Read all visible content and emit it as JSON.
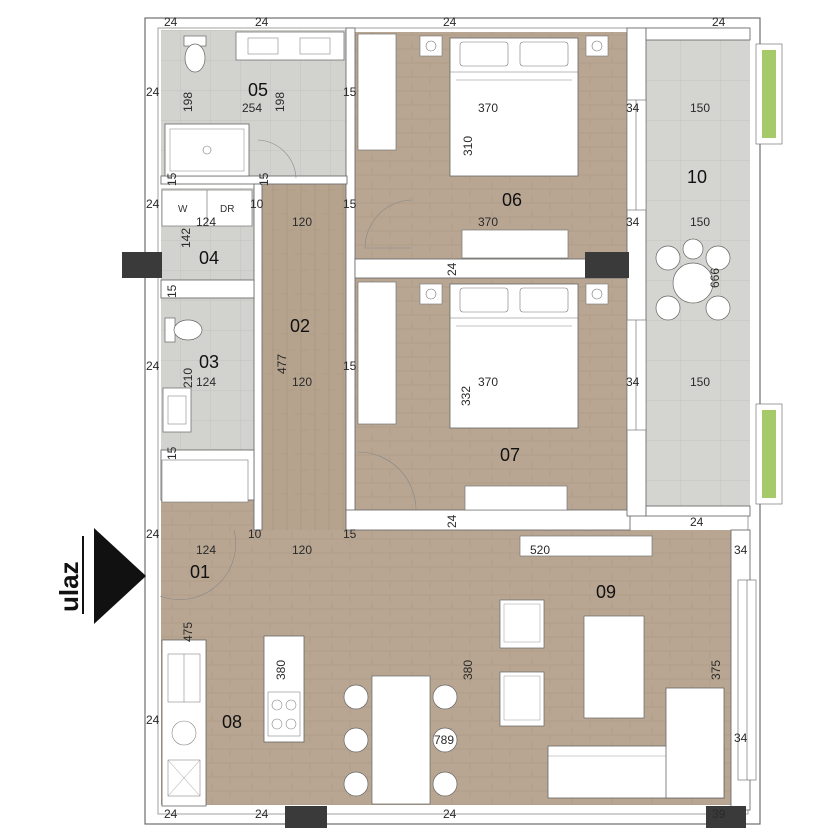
{
  "colors": {
    "wood": "#b5a38e",
    "wood_grain": "#a8957f",
    "tile": "#d3d3cf",
    "tile_line": "#b9b9b5",
    "wall": "#ffffff",
    "wall_line": "#6e6e6e",
    "window_dark": "#3a3a3a",
    "plant": "#a6c96a",
    "furniture": "#ffffff",
    "text": "#222222"
  },
  "entrance_label": "ulaz",
  "rooms": {
    "r01": "01",
    "r02": "02",
    "r03": "03",
    "r04": "04",
    "r05": "05",
    "r06": "06",
    "r07": "07",
    "r08": "08",
    "r09": "09",
    "r10": "10"
  },
  "fixtures": {
    "washer": "W",
    "dryer": "DR"
  },
  "dims": {
    "top_24a": "24",
    "top_24b": "24",
    "top_24c": "24",
    "top_24d": "24",
    "d05_24": "24",
    "d05_198a": "198",
    "d05_254": "254",
    "d05_198b": "198",
    "d05_15": "15",
    "d_15_left_a": "15",
    "d_15_mid_a": "15",
    "d04_24": "24",
    "d04_124": "124",
    "d04_10": "10",
    "d04_142": "142",
    "d02_120a": "120",
    "d06_15": "15",
    "d06_370a": "370",
    "d06_310": "310",
    "d06_370b": "370",
    "d06_34a": "34",
    "d10_150a": "150",
    "d10_150b": "150",
    "d06_34b": "34",
    "d_mid_24": "24",
    "d10_666": "666",
    "d_15_left_b": "15",
    "d03_24": "24",
    "d03_210": "210",
    "d03_124": "124",
    "d02_477": "477",
    "d02_120b": "120",
    "d07_15": "15",
    "d07_370": "370",
    "d07_332": "332",
    "d07_34": "34",
    "d10_150c": "150",
    "d_15_left_c": "15",
    "d01_24": "24",
    "d01_124": "124",
    "d01_10": "10",
    "d02_120c": "120",
    "d01_15": "15",
    "d_low_24": "24",
    "d_bal_24": "24",
    "d09_520": "520",
    "d09_34a": "34",
    "d08_475": "475",
    "d08_380a": "380",
    "d09_380": "380",
    "d09_375": "375",
    "d08_24": "24",
    "d09_789": "789",
    "d09_34b": "34",
    "bot_24a": "24",
    "bot_24b": "24",
    "bot_24c": "24",
    "bot_39": "39"
  }
}
